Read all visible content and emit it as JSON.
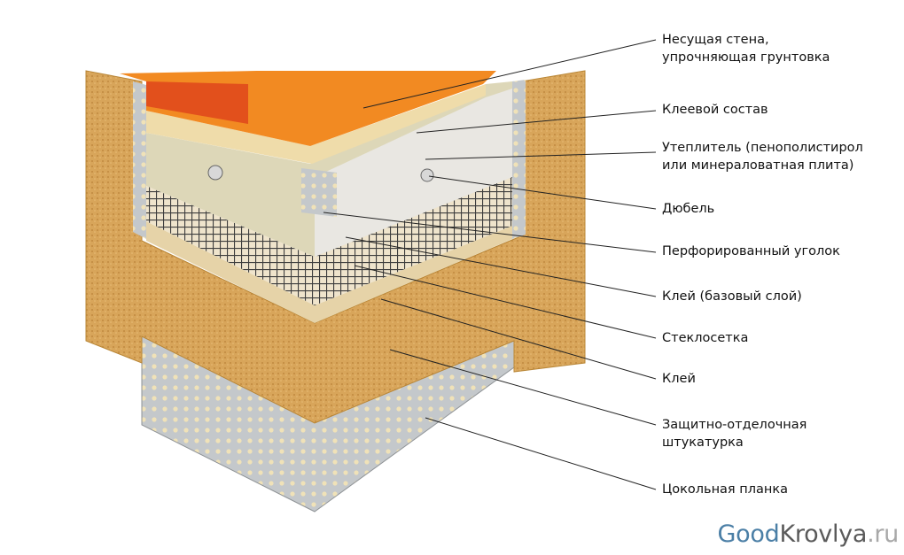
{
  "labels": [
    {
      "line1": "Несущая стена,",
      "line2": "упрочняющая грунтовка"
    },
    {
      "line1": "Клеевой состав"
    },
    {
      "line1": "Утеплитель (пенополистирол",
      "line2": "или минераловатная плита)"
    },
    {
      "line1": "Дюбель"
    },
    {
      "line1": "Перфорированный уголок"
    },
    {
      "line1": "Клей (базовый слой)"
    },
    {
      "line1": "Стеклосетка"
    },
    {
      "line1": "Клей"
    },
    {
      "line1": "Защитно-отделочная",
      "line2": "штукатурка"
    },
    {
      "line1": "Цокольная планка"
    }
  ],
  "watermark": {
    "part1": "Good",
    "part2": "Krovlya",
    "part3": ".ru"
  },
  "colors": {
    "plaster": "#d9a65a",
    "brick": "#f07a1a",
    "insulation": "#e8e6e0",
    "mesh": "#555555",
    "metal": "#bfc3c6"
  }
}
